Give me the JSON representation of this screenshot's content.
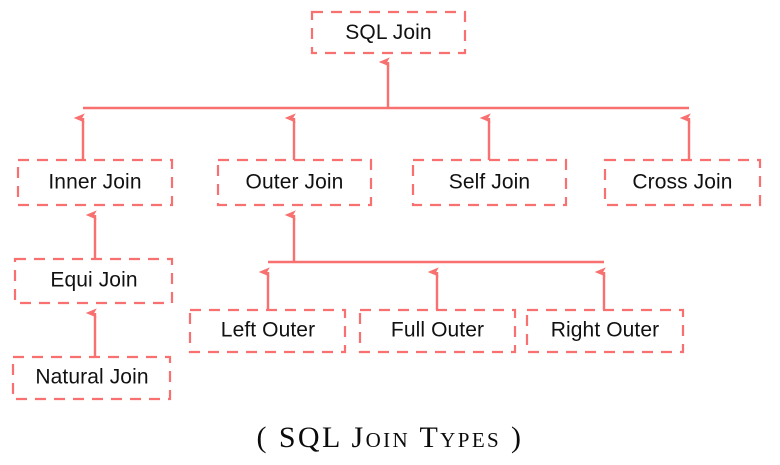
{
  "diagram": {
    "title_caption": "( SQL Join Types )",
    "accent_color": "#f8706f",
    "text_color": "#111111",
    "background_color": "#ffffff",
    "root": {
      "id": "sql-join",
      "label": "SQL Join"
    },
    "level1": [
      {
        "id": "inner-join",
        "label": "Inner Join"
      },
      {
        "id": "outer-join",
        "label": "Outer Join"
      },
      {
        "id": "self-join",
        "label": "Self Join"
      },
      {
        "id": "cross-join",
        "label": "Cross Join"
      }
    ],
    "inner_children": [
      {
        "id": "equi-join",
        "label": "Equi Join"
      },
      {
        "id": "natural-join",
        "label": "Natural Join"
      }
    ],
    "outer_children": [
      {
        "id": "left-outer",
        "label": "Left Outer"
      },
      {
        "id": "full-outer",
        "label": "Full Outer"
      },
      {
        "id": "right-outer",
        "label": "Right Outer"
      }
    ]
  }
}
